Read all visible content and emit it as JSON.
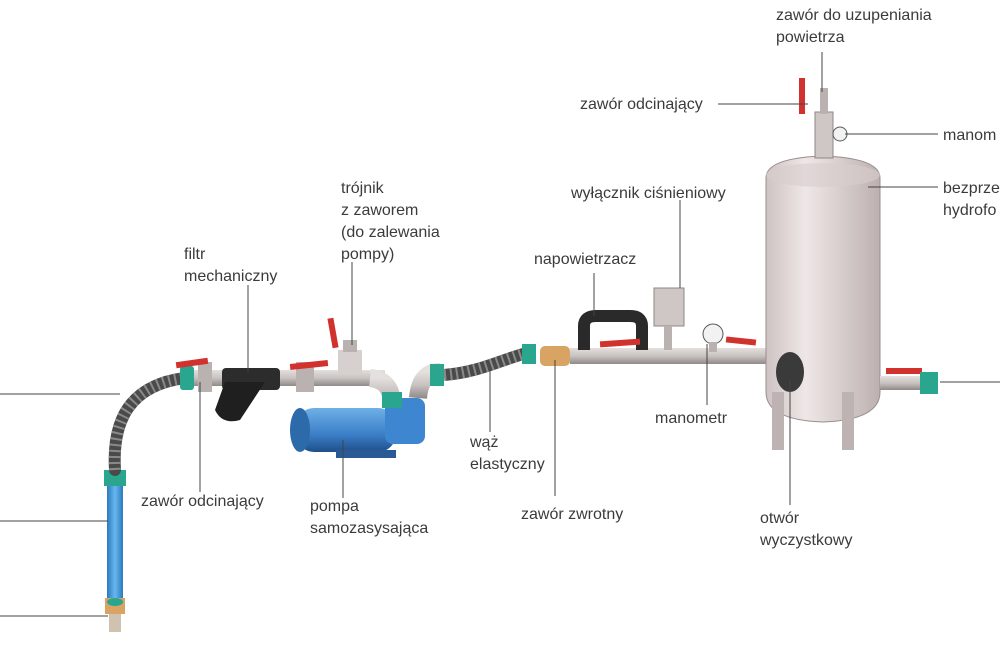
{
  "labels": {
    "air_valve": [
      "zawór do uzupeniania",
      "powietrza"
    ],
    "shutoff_valve_top": "zawór odcinający",
    "manometer_tank": "manom",
    "tank": [
      "bezprze",
      "hydrofo"
    ],
    "pressure_switch": "wyłącznik ciśnieniowy",
    "aerator": "napowietrzacz",
    "tee": [
      "trójnik",
      "z zaworem",
      "(do zalewania",
      "pompy)"
    ],
    "filter": [
      "filtr",
      "mechaniczny"
    ],
    "shutoff_valve_bottom": "zawór odcinający",
    "pump": [
      "pompa",
      "samozasysająca"
    ],
    "hose": [
      "wąż",
      "elastyczny"
    ],
    "check_valve": "zawór zwrotny",
    "manometer_line": "manometr",
    "cleanout": [
      "otwór",
      "wyczystkowy"
    ]
  },
  "colors": {
    "pipe": "#cfcac8",
    "pipe_dark": "#8d8785",
    "tank": "#e6dcdc",
    "pump": "#3b7fc8",
    "valve_red": "#d2322d",
    "hose": "#4a4a4a",
    "teal": "#2aa58e",
    "brass": "#d9a463",
    "blue_pipe": "#3a95d6"
  }
}
